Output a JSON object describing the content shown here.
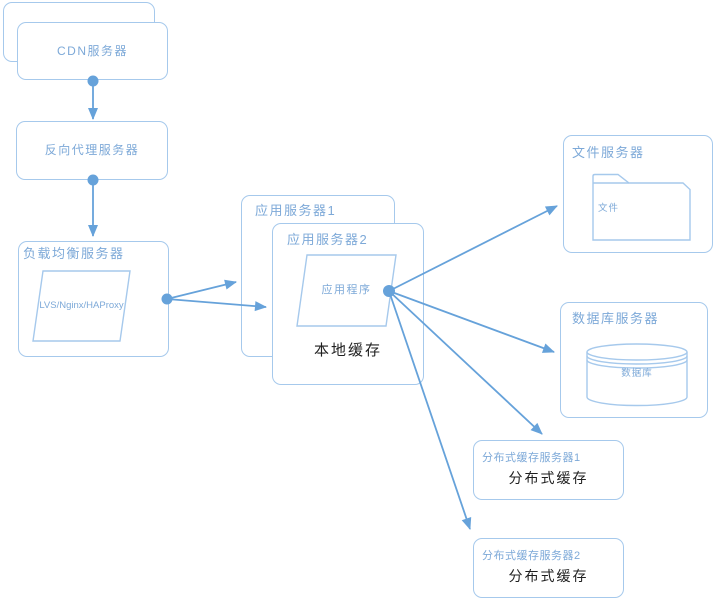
{
  "colors": {
    "canvas": "#ffffff",
    "border": "#a6c9ec",
    "connector": "#66a2da",
    "blueText": "#7da9d8",
    "darkText": "#1f1f1f"
  },
  "nodes": {
    "cdn": {
      "label": "CDN服务器"
    },
    "reverse_proxy": {
      "label": "反向代理服务器"
    },
    "load_balancer": {
      "label": "负载均衡服务器",
      "component": "LVS/Nginx/HAProxy"
    },
    "app_server_1": {
      "label": "应用服务器1"
    },
    "app_server_2": {
      "label": "应用服务器2",
      "component": "应用程序",
      "note": "本地缓存"
    },
    "file_server": {
      "label": "文件服务器",
      "component": "文件"
    },
    "db_server": {
      "label": "数据库服务器",
      "component": "数据库"
    },
    "cache_server_1": {
      "label": "分布式缓存服务器1",
      "note": "分布式缓存"
    },
    "cache_server_2": {
      "label": "分布式缓存服务器2",
      "note": "分布式缓存"
    }
  },
  "edges": [
    {
      "from": "CDN服务器",
      "to": "反向代理服务器"
    },
    {
      "from": "反向代理服务器",
      "to": "负载均衡服务器"
    },
    {
      "from": "负载均衡服务器",
      "to": "应用服务器1"
    },
    {
      "from": "负载均衡服务器",
      "to": "应用服务器2"
    },
    {
      "from": "应用程序",
      "to": "文件服务器"
    },
    {
      "from": "应用程序",
      "to": "数据库服务器"
    },
    {
      "from": "应用程序",
      "to": "分布式缓存服务器1"
    },
    {
      "from": "应用程序",
      "to": "分布式缓存服务器2"
    }
  ]
}
